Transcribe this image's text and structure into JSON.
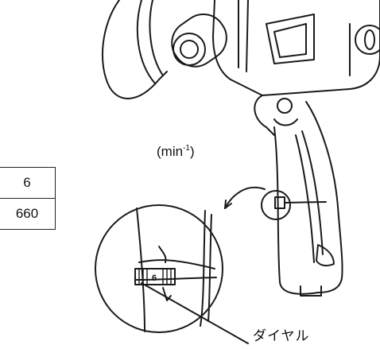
{
  "figure": {
    "unit_label": {
      "base": "(min",
      "exponent": "-1",
      "close": ")"
    },
    "speed_table": {
      "rows": [
        "6",
        "660"
      ]
    },
    "dial_label": "ダイヤル",
    "dial_digit": "6"
  }
}
